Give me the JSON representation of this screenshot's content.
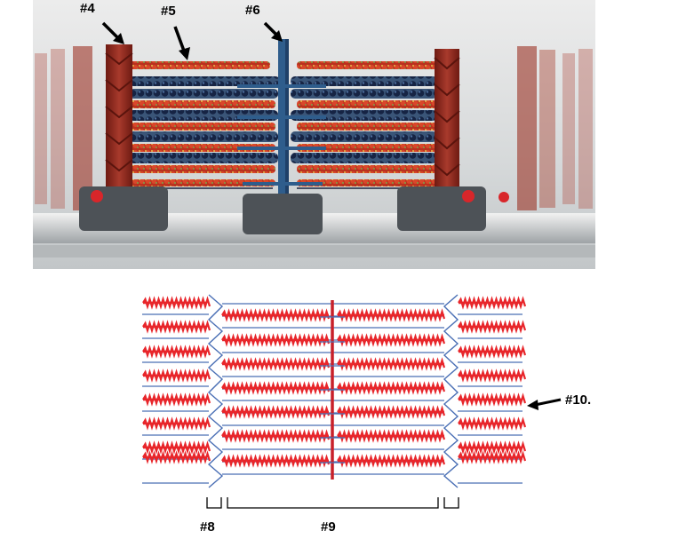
{
  "labels": {
    "l4": "#4",
    "l5": "#5",
    "l6": "#6",
    "l8": "#8",
    "l9": "#9",
    "l10": "#10."
  },
  "colors": {
    "actin_red": "#e8262b",
    "myosin_blue": "#4a6fb5",
    "mline_red": "#c8202a",
    "zdisk_dark_red": "#8a2418",
    "illustration_bg": "#d8dbdc",
    "mline_3d_blue": "#2f5d8c",
    "myosin_head_navy": "#1c2b55"
  }
}
